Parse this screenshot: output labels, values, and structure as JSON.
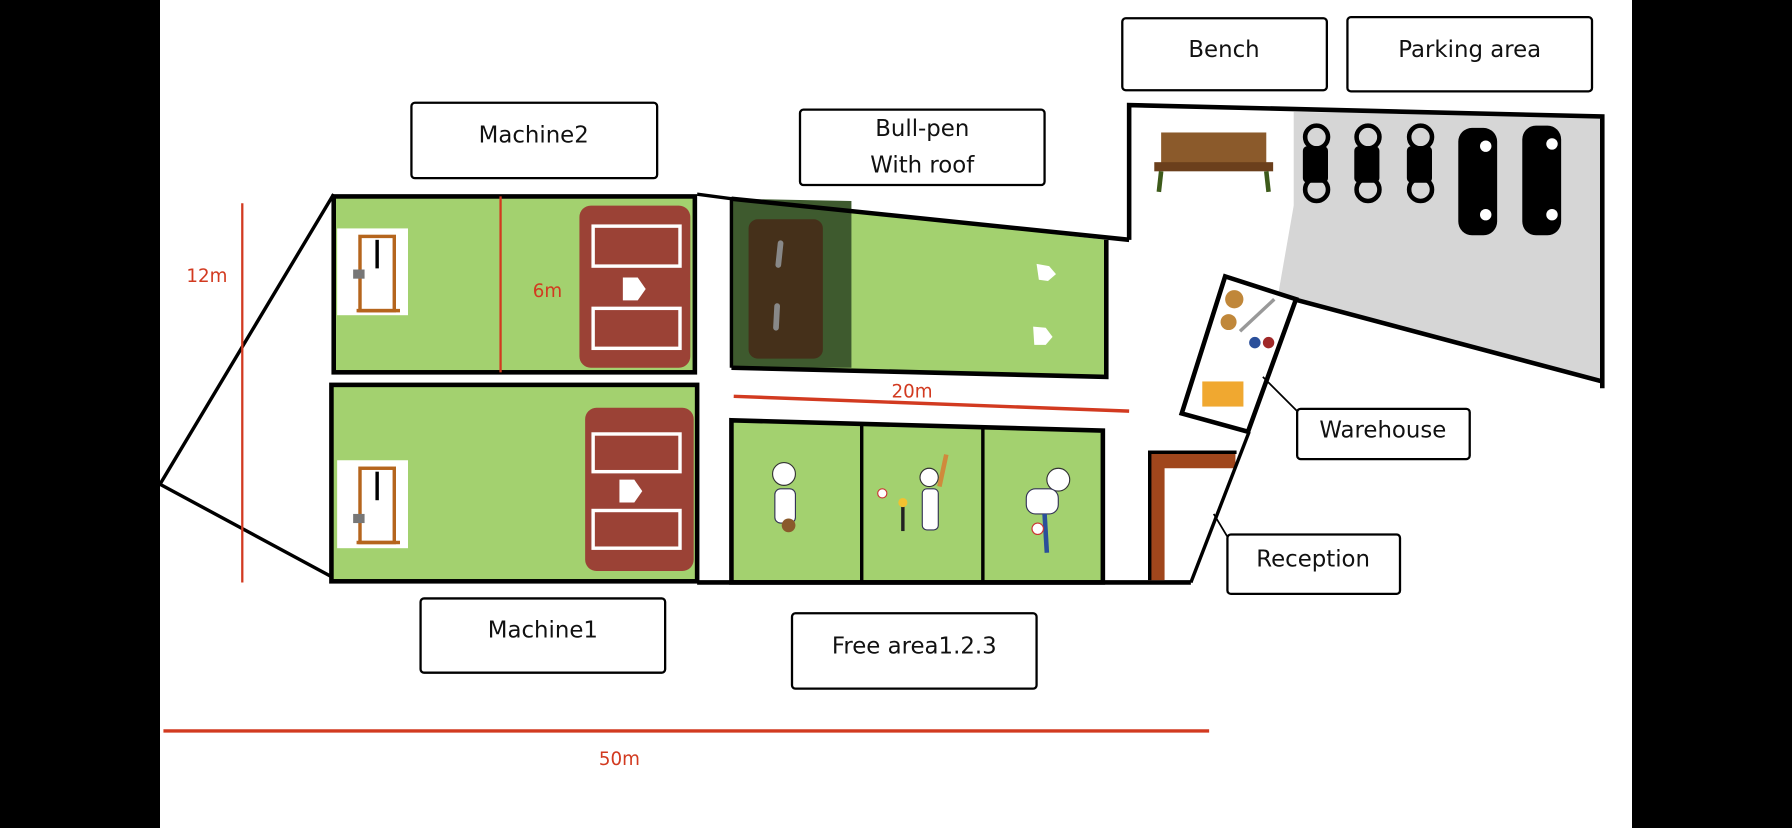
{
  "labels": {
    "machine2": "Machine2",
    "machine1": "Machine1",
    "bullpen_line1": "Bull-pen",
    "bullpen_line2": "With roof",
    "free_area": "Free area1.2.3",
    "bench": "Bench",
    "parking": "Parking area",
    "warehouse": "Warehouse",
    "reception": "Reception"
  },
  "dimensions": {
    "height_total": "12m",
    "cage_split": "6m",
    "bullpen_length": "20m",
    "width_total": "50m"
  },
  "colors": {
    "grass": "#a3d16f",
    "clay": "#9b4236",
    "dimension": "#d23a20",
    "roof": "#3e5a2e",
    "parking": "#d6d6d6",
    "reception_wall": "#a0461c"
  },
  "parking": {
    "bikes": 3,
    "cars": 2
  }
}
